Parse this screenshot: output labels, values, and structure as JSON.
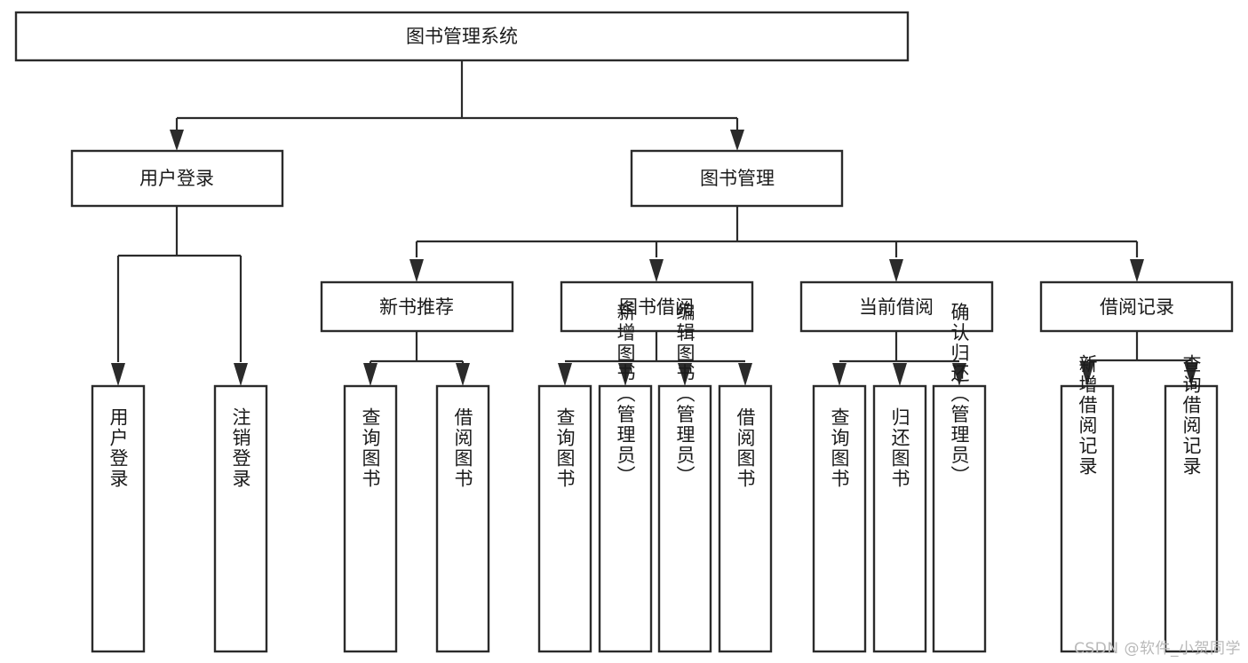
{
  "diagram": {
    "title": "图书管理系统",
    "type": "tree",
    "orientation": "top-down",
    "levels": 4,
    "nodes": {
      "root": {
        "id": "root",
        "label": "图书管理系统",
        "level": 0,
        "text_direction": "horizontal"
      },
      "l2": [
        {
          "id": "user-login",
          "label": "用户登录",
          "level": 1,
          "text_direction": "horizontal"
        },
        {
          "id": "book-manage",
          "label": "图书管理",
          "level": 1,
          "text_direction": "horizontal"
        }
      ],
      "l3": [
        {
          "id": "new-book-recommend",
          "label": "新书推荐",
          "level": 2,
          "text_direction": "horizontal",
          "parent": "book-manage"
        },
        {
          "id": "book-borrow",
          "label": "图书借阅",
          "level": 2,
          "text_direction": "horizontal",
          "parent": "book-manage"
        },
        {
          "id": "current-borrow",
          "label": "当前借阅",
          "level": 2,
          "text_direction": "horizontal",
          "parent": "book-manage"
        },
        {
          "id": "borrow-record",
          "label": "借阅记录",
          "level": 2,
          "text_direction": "horizontal",
          "parent": "book-manage"
        }
      ],
      "leaves": [
        {
          "id": "leaf-user-login",
          "label": "用户登录",
          "parent": "user-login",
          "text_direction": "vertical"
        },
        {
          "id": "leaf-user-logout",
          "label": "注销登录",
          "parent": "user-login",
          "text_direction": "vertical"
        },
        {
          "id": "leaf-query-book-1",
          "label": "查询图书",
          "parent": "new-book-recommend",
          "text_direction": "vertical"
        },
        {
          "id": "leaf-borrow-book-1",
          "label": "借阅图书",
          "parent": "new-book-recommend",
          "text_direction": "vertical"
        },
        {
          "id": "leaf-query-book-2",
          "label": "查询图书",
          "parent": "book-borrow",
          "text_direction": "vertical"
        },
        {
          "id": "leaf-add-book",
          "label": "新增图书（管理员）",
          "parent": "book-borrow",
          "text_direction": "vertical"
        },
        {
          "id": "leaf-edit-book",
          "label": "编辑图书（管理员）",
          "parent": "book-borrow",
          "text_direction": "vertical"
        },
        {
          "id": "leaf-borrow-book-2",
          "label": "借阅图书",
          "parent": "book-borrow",
          "text_direction": "vertical"
        },
        {
          "id": "leaf-query-book-3",
          "label": "查询图书",
          "parent": "current-borrow",
          "text_direction": "vertical"
        },
        {
          "id": "leaf-return-book",
          "label": "归还图书",
          "parent": "current-borrow",
          "text_direction": "vertical"
        },
        {
          "id": "leaf-confirm-return",
          "label": "确认归还（管理员）",
          "parent": "current-borrow",
          "text_direction": "vertical"
        },
        {
          "id": "leaf-add-record",
          "label": "新增借阅记录",
          "parent": "borrow-record",
          "text_direction": "vertical"
        },
        {
          "id": "leaf-query-record",
          "label": "查询借阅记录",
          "parent": "borrow-record",
          "text_direction": "vertical"
        }
      ]
    }
  },
  "watermark": {
    "text": "CSDN @软件_小贺同学"
  },
  "colors": {
    "stroke": "#2b2b2b",
    "fill": "#ffffff",
    "text": "#1a1a1a",
    "watermark": "#b9b9b9"
  }
}
